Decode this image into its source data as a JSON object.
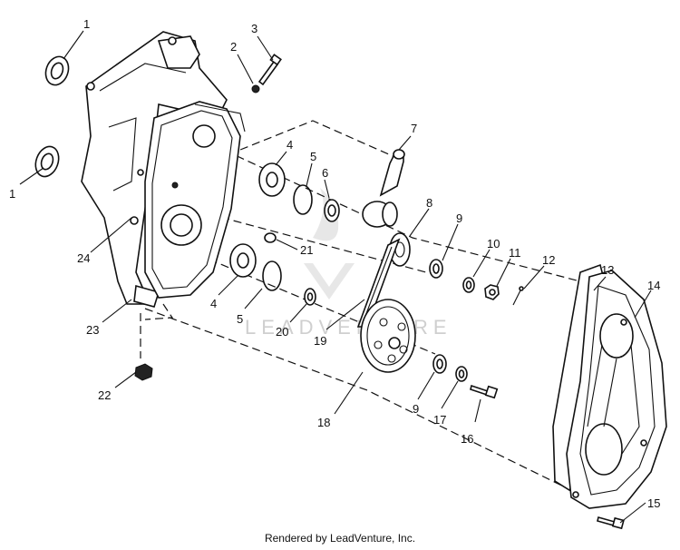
{
  "watermark": "LEADVENTURE",
  "credit": "Rendered by LeadVenture, Inc.",
  "callouts": {
    "c1a": "1",
    "c1b": "1",
    "c2": "2",
    "c3": "3",
    "c4a": "4",
    "c4b": "4",
    "c5a": "5",
    "c5b": "5",
    "c6": "6",
    "c7": "7",
    "c8": "8",
    "c9a": "9",
    "c9b": "9",
    "c10": "10",
    "c11": "11",
    "c12": "12",
    "c13": "13",
    "c14": "14",
    "c15": "15",
    "c16": "16",
    "c17": "17",
    "c18": "18",
    "c19": "19",
    "c20": "20",
    "c21": "21",
    "c22": "22",
    "c23": "23",
    "c24": "24"
  }
}
